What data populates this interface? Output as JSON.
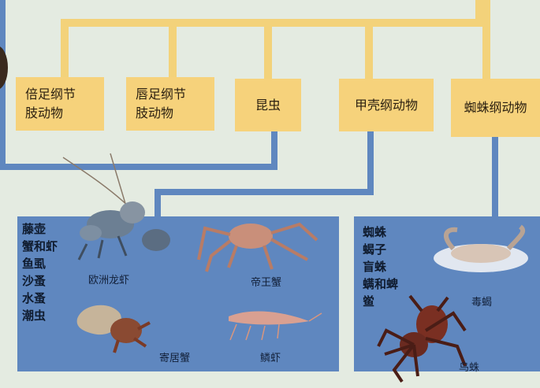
{
  "boxes": [
    {
      "id": "myriapoda",
      "label": "倍足纲节\n肢动物"
    },
    {
      "id": "chilopoda",
      "label": "唇足纲节\n肢动物"
    },
    {
      "id": "insecta",
      "label": "昆虫"
    },
    {
      "id": "crustacea",
      "label": "甲壳纲动物"
    },
    {
      "id": "arachnida",
      "label": "蜘蛛纲动物"
    }
  ],
  "crustacea_panel": {
    "list": [
      "藤壶",
      "蟹和虾",
      "鱼虱",
      "沙蚤",
      "水蚤",
      "潮虫"
    ],
    "captions": {
      "lobster": "欧洲龙虾",
      "king_crab": "帝王蟹",
      "hermit_crab": "寄居蟹",
      "krill": "鳞虾"
    }
  },
  "arachnida_panel": {
    "list": [
      "蜘蛛",
      "蝎子",
      "盲蛛",
      "螨和蜱",
      "鲎"
    ],
    "captions": {
      "scorpion": "毒蝎",
      "spider": "鸟蛛"
    }
  },
  "colors": {
    "tree_line": "#f3d27a",
    "blue_line": "#5f87bf",
    "box_fill": "#f6d27b",
    "panel_fill": "#5f87bf",
    "background": "#e4ebe1"
  }
}
